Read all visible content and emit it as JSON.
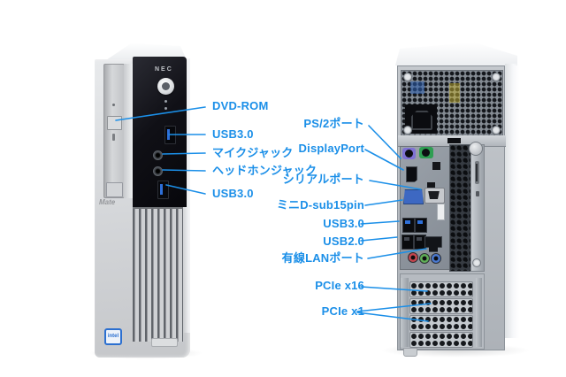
{
  "accent": "#1b8fe8",
  "device": {
    "brand_logo": "NEC",
    "series_label": "Mate",
    "cpu_sticker": "intel"
  },
  "callouts": {
    "front": [
      {
        "text": "DVD-ROM"
      },
      {
        "text": "USB3.0"
      },
      {
        "text": "マイクジャック"
      },
      {
        "text": "ヘッドホンジャック"
      },
      {
        "text": "USB3.0"
      }
    ],
    "rear": [
      {
        "text": "PS/2ポート"
      },
      {
        "text": "DisplayPort"
      },
      {
        "text": "シリアルポート"
      },
      {
        "text": "ミニD-sub15pin"
      },
      {
        "text": "USB3.0"
      },
      {
        "text": "USB2.0"
      },
      {
        "text": "有線LANポート"
      },
      {
        "text": "PCIe x16"
      },
      {
        "text": "PCIe x1"
      }
    ]
  }
}
